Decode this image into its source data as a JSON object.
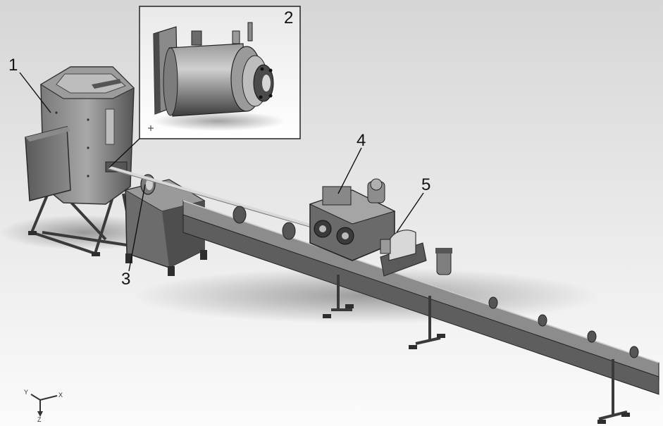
{
  "callouts": {
    "c1": "1",
    "c2": "2",
    "c3": "3",
    "c4": "4",
    "c5": "5"
  },
  "axes": {
    "x": "X",
    "y": "Y",
    "z": "Z"
  },
  "colors": {
    "background_top": "#d8d8d8",
    "background_bottom": "#fafafa",
    "metal_dark": "#3a3a3a",
    "metal_mid": "#6e6e6e",
    "metal_light": "#bdbdbd",
    "leader_line": "#111111"
  }
}
